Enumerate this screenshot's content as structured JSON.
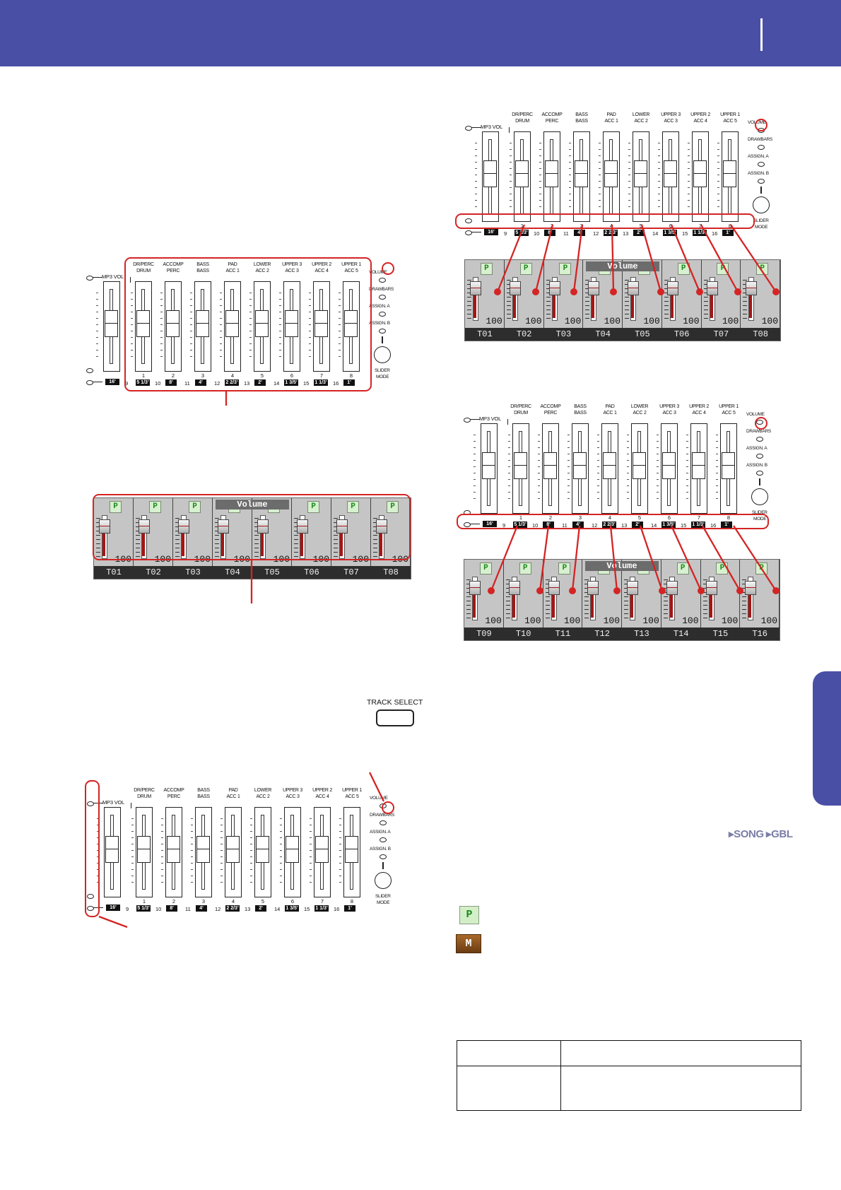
{
  "panel": {
    "mp3_vol": "MP3 VOL",
    "tracks": [
      {
        "l1": "DR/PERC",
        "l2": "DRUM",
        "num": "1",
        "rnum": "9",
        "foot": "5 1/3'"
      },
      {
        "l1": "ACCOMP",
        "l2": "PERC",
        "num": "2",
        "rnum": "10",
        "foot": "8'"
      },
      {
        "l1": "BASS",
        "l2": "BASS",
        "num": "3",
        "rnum": "11",
        "foot": "4'"
      },
      {
        "l1": "PAD",
        "l2": "ACC 1",
        "num": "4",
        "rnum": "12",
        "foot": "2 2/3'"
      },
      {
        "l1": "LOWER",
        "l2": "ACC 2",
        "num": "5",
        "rnum": "13",
        "foot": "2'"
      },
      {
        "l1": "UPPER 3",
        "l2": "ACC 3",
        "num": "6",
        "rnum": "14",
        "foot": "1 3/5'"
      },
      {
        "l1": "UPPER 2",
        "l2": "ACC 4",
        "num": "7",
        "rnum": "15",
        "foot": "1 1/3'"
      },
      {
        "l1": "UPPER 1",
        "l2": "ACC 5",
        "num": "8",
        "rnum": "16",
        "foot": "1'"
      }
    ],
    "first_foot": "16'",
    "modes": [
      "VOLUME",
      "DRAWBARS",
      "ASSIGN. A",
      "ASSIGN. B"
    ],
    "slider_mode_1": "SLIDER",
    "slider_mode_2": "MODE"
  },
  "screen": {
    "title": "Volume",
    "p_label": "P",
    "value": "100",
    "tracks_a": [
      "T01",
      "T02",
      "T03",
      "T04",
      "T05",
      "T06",
      "T07",
      "T08"
    ],
    "tracks_b": [
      "T09",
      "T10",
      "T11",
      "T12",
      "T13",
      "T14",
      "T15",
      "T16"
    ]
  },
  "track_select": "TRACK SELECT",
  "path": {
    "song": "▸SONG",
    "gbl": "▸GBL"
  },
  "icons": {
    "p": "P",
    "m": "M"
  },
  "colors": {
    "header": "#4a4fa6",
    "highlight": "#d42424"
  }
}
